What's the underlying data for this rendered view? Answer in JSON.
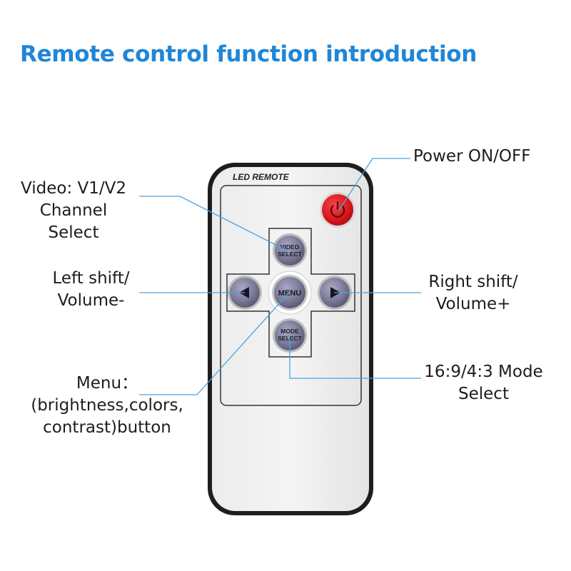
{
  "title": "Remote control function introduction",
  "remote": {
    "brand_label": "LED REMOTE",
    "power_icon": "power-icon",
    "buttons": {
      "video_line1": "VIDEO",
      "video_line2": "SELECT",
      "menu": "MENU",
      "mode_line1": "MODE",
      "mode_line2": "SELECT",
      "left_icon": "triangle-left-icon",
      "right_icon": "triangle-right-icon"
    }
  },
  "colors": {
    "title": "#1f86d8",
    "callout_line": "#4aa3e0",
    "power_button": "#d9141b",
    "nav_button": "#7b7b98"
  },
  "labels": {
    "power": [
      "Power ON/OFF"
    ],
    "video": [
      "Video: V1/V2",
      "Channel",
      "Select"
    ],
    "left": [
      "Left shift/",
      "Volume-"
    ],
    "right": [
      "Right shift/",
      "Volume+"
    ],
    "mode": [
      "16:9/4:3 Mode",
      "Select"
    ],
    "menu": [
      "Menu：",
      "(brightness,colors,",
      "contrast)button"
    ]
  }
}
